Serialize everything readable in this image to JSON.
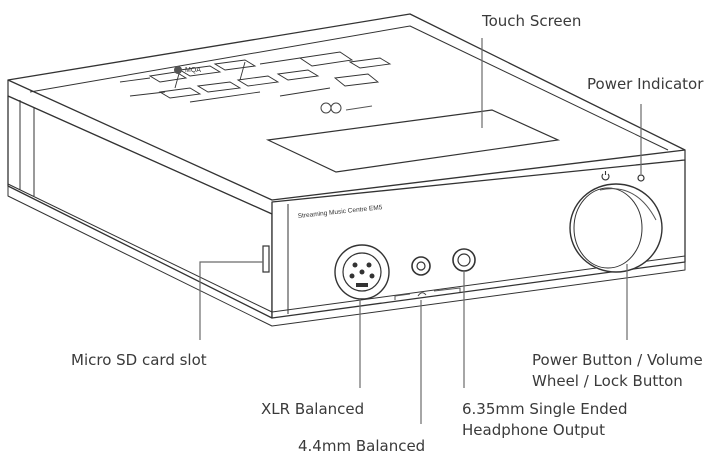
{
  "labels": {
    "touch_screen": "Touch Screen",
    "power_indicator": "Power Indicator",
    "micro_sd": "Micro SD card slot",
    "power_button_line1": "Power Button / Volume",
    "power_button_line2": "Wheel / Lock Button",
    "xlr": "XLR Balanced",
    "bal44": "4.4mm Balanced",
    "se_line1": "6.35mm Single Ended",
    "se_line2": "Headphone Output"
  },
  "device": {
    "front_model_text": "Streaming Music Centre  EM5",
    "top_brand": "MQA"
  },
  "colors": {
    "line": "#333333",
    "leader": "#6a6a6a",
    "text": "#3a3a3a"
  }
}
